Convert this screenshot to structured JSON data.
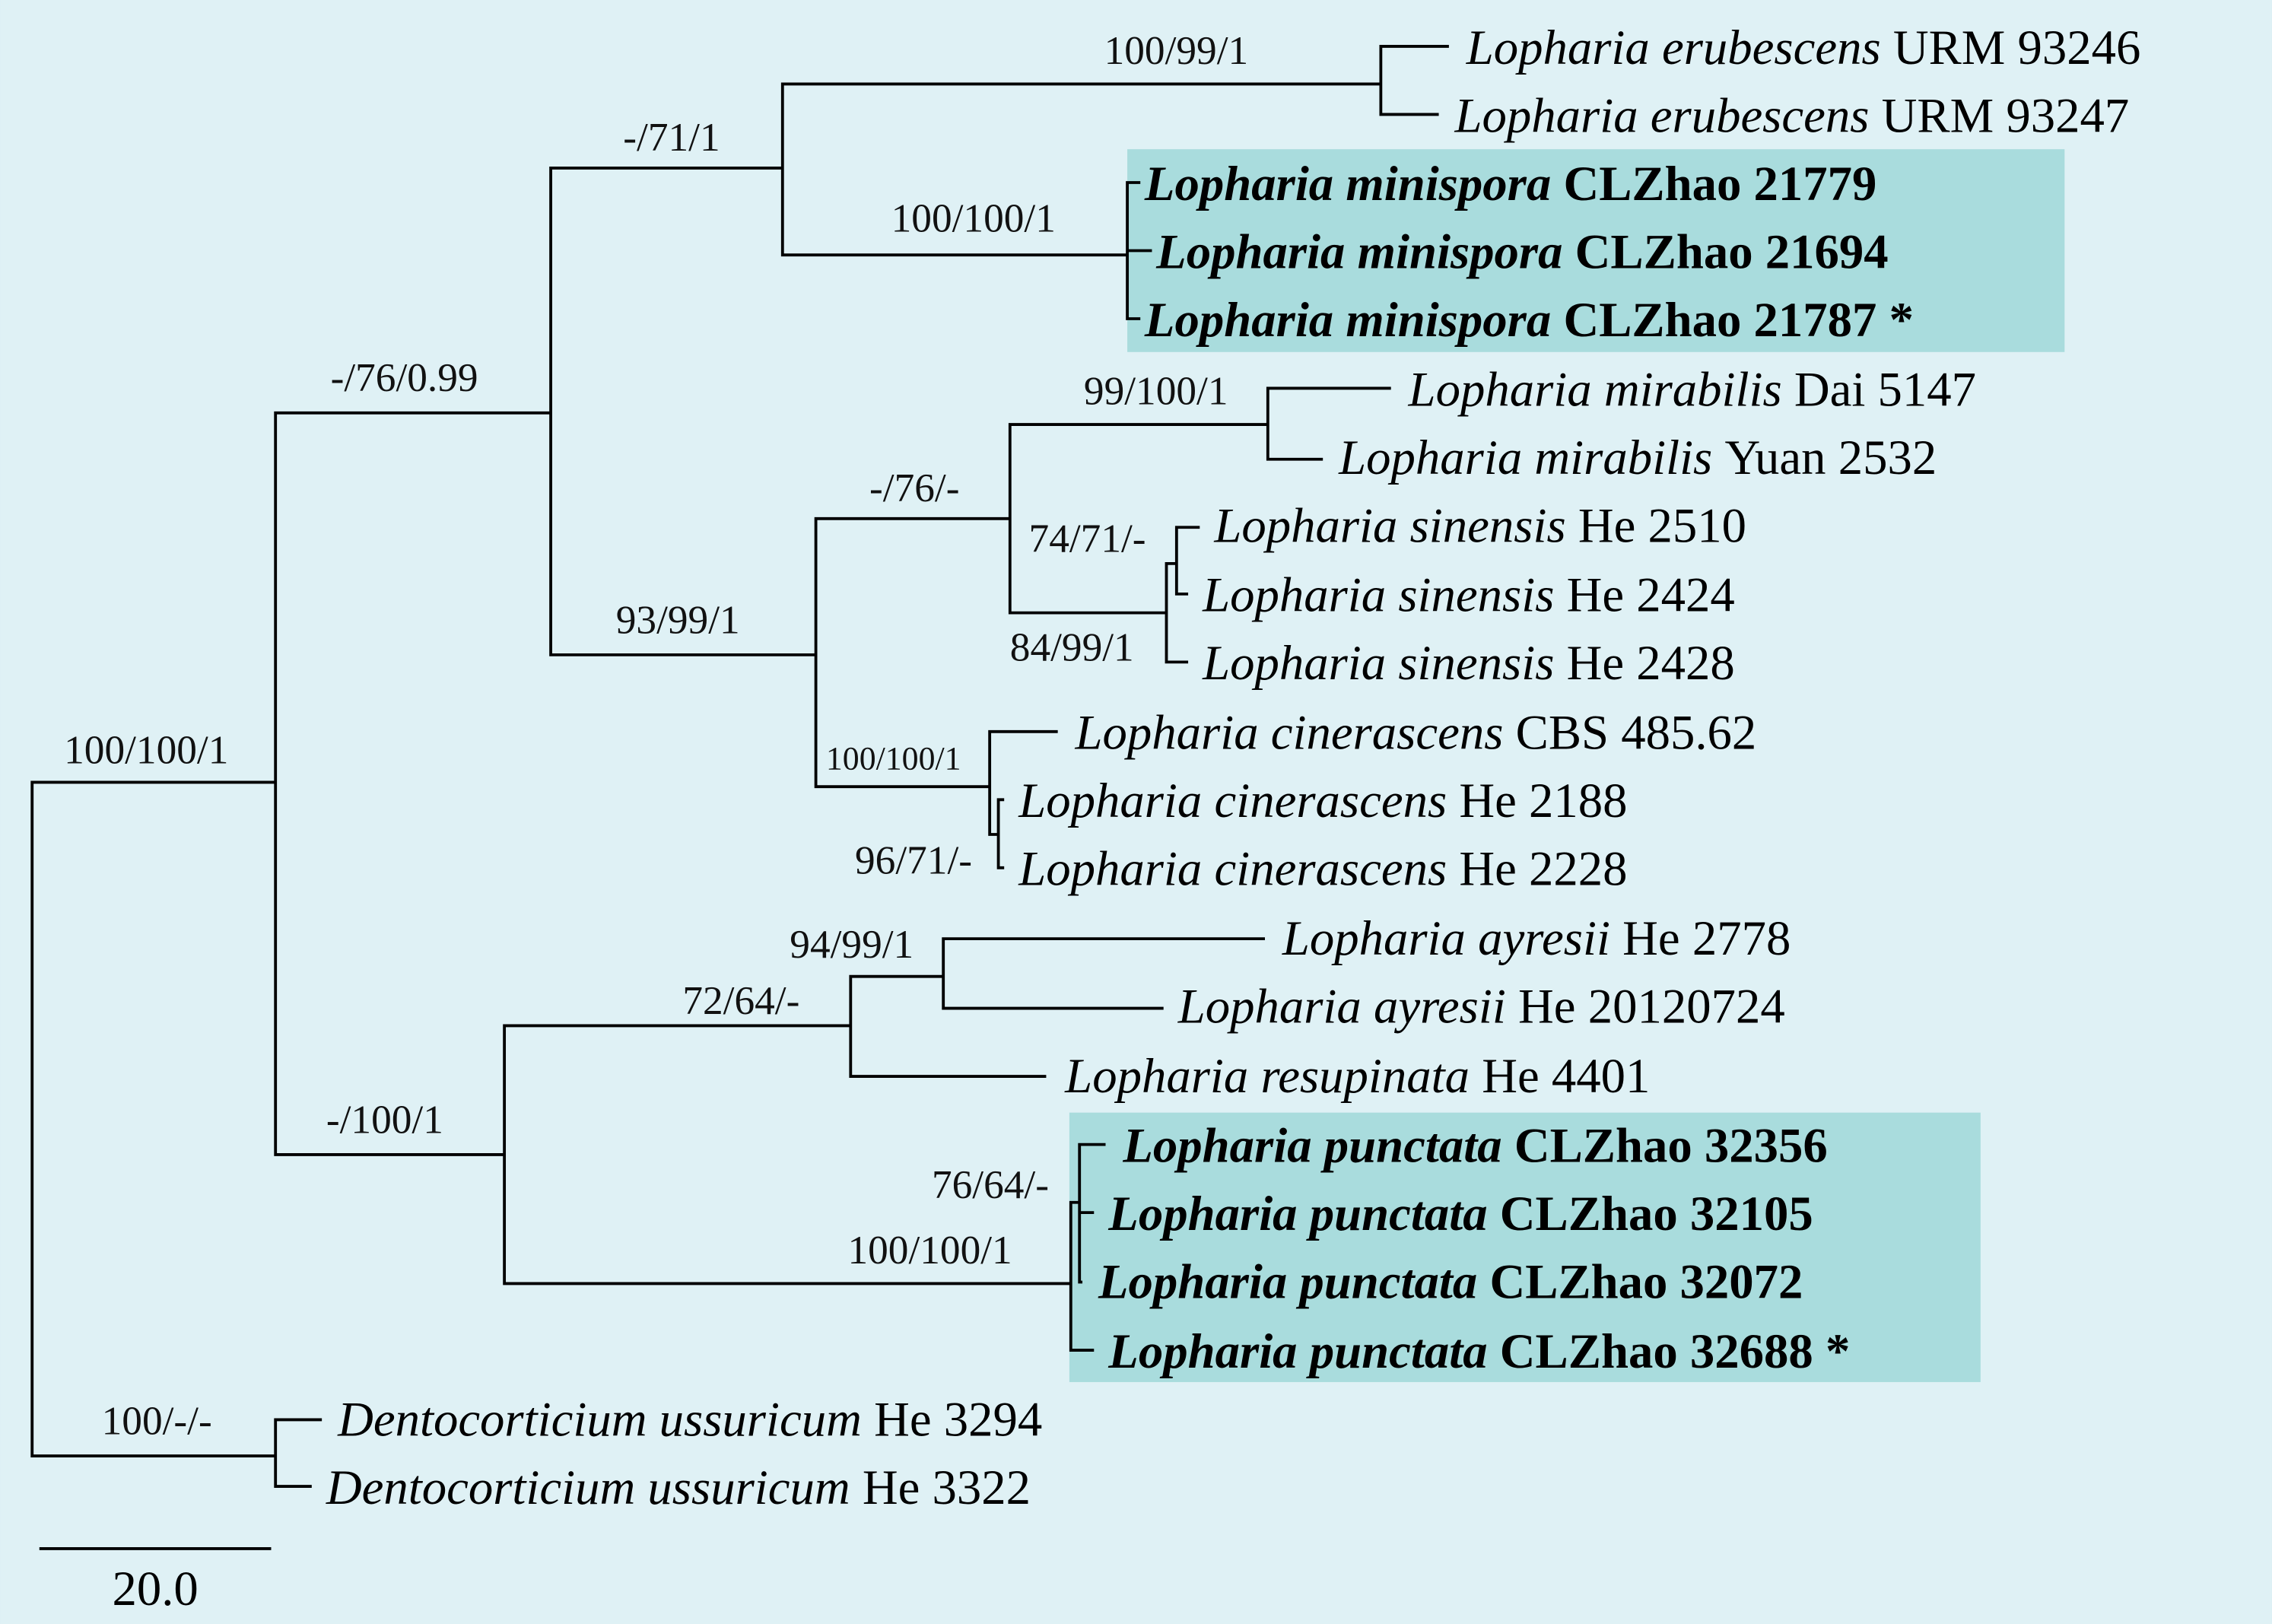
{
  "colors": {
    "background": "#dff1f5",
    "highlight": "#a9dcdd",
    "line": "#000000"
  },
  "taxa": [
    {
      "species": "Lopharia erubescens",
      "strain": "URM 93246",
      "highlighted": false
    },
    {
      "species": "Lopharia erubescens",
      "strain": "URM 93247",
      "highlighted": false
    },
    {
      "species": "Lopharia minispora",
      "strain": "CLZhao 21779",
      "highlighted": true
    },
    {
      "species": "Lopharia minispora",
      "strain": "CLZhao 21694",
      "highlighted": true
    },
    {
      "species": "Lopharia minispora",
      "strain": "CLZhao 21787 *",
      "highlighted": true
    },
    {
      "species": "Lopharia mirabilis",
      "strain": "Dai 5147",
      "highlighted": false
    },
    {
      "species": "Lopharia mirabilis",
      "strain": "Yuan 2532",
      "highlighted": false
    },
    {
      "species": "Lopharia sinensis",
      "strain": "He 2510",
      "highlighted": false
    },
    {
      "species": "Lopharia sinensis",
      "strain": "He 2424",
      "highlighted": false
    },
    {
      "species": "Lopharia sinensis",
      "strain": "He 2428",
      "highlighted": false
    },
    {
      "species": "Lopharia cinerascens",
      "strain": "CBS 485.62",
      "highlighted": false
    },
    {
      "species": "Lopharia cinerascens",
      "strain": "He 2188",
      "highlighted": false
    },
    {
      "species": "Lopharia cinerascens",
      "strain": "He 2228",
      "highlighted": false
    },
    {
      "species": "Lopharia ayresii",
      "strain": "He 2778",
      "highlighted": false
    },
    {
      "species": "Lopharia ayresii",
      "strain": "He 20120724",
      "highlighted": false
    },
    {
      "species": "Lopharia resupinata",
      "strain": "He 4401",
      "highlighted": false
    },
    {
      "species": "Lopharia punctata",
      "strain": "CLZhao 32356",
      "highlighted": true
    },
    {
      "species": "Lopharia punctata",
      "strain": "CLZhao 32105",
      "highlighted": true
    },
    {
      "species": "Lopharia punctata",
      "strain": "CLZhao 32072",
      "highlighted": true
    },
    {
      "species": "Lopharia punctata",
      "strain": "CLZhao 32688 *",
      "highlighted": true
    },
    {
      "species": "Dentocorticium ussuricum",
      "strain": "He 3294",
      "highlighted": false
    },
    {
      "species": "Dentocorticium ussuricum",
      "strain": "He 3322",
      "highlighted": false
    }
  ],
  "supports": [
    "100/99/1",
    "-/71/1",
    "100/100/1",
    "-/76/0.99",
    "99/100/1",
    "-/76/-",
    "74/71/-",
    "93/99/1",
    "84/99/1",
    "100/100/1",
    "100/100/1",
    "96/71/-",
    "94/99/1",
    "72/64/-",
    "-/100/1",
    "76/64/-",
    "100/100/1",
    "100/-/-"
  ],
  "scale_bar": {
    "label": "20.0"
  }
}
